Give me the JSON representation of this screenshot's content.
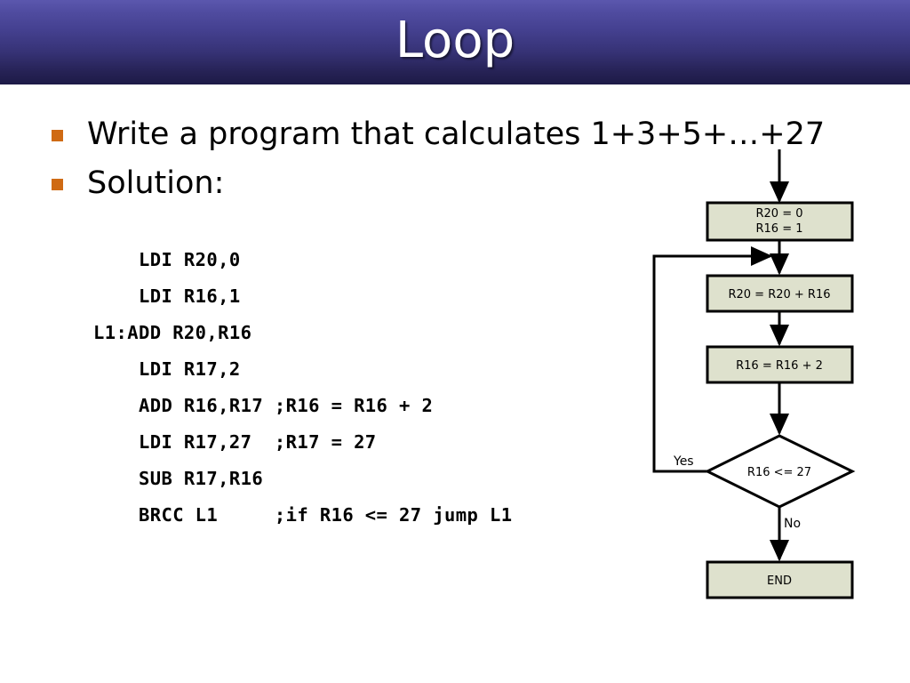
{
  "slide": {
    "title": "Loop",
    "background_color": "#ffffff",
    "title_gradient_top": "#5b57ae",
    "title_gradient_bottom": "#1d1a47",
    "title_color": "#ffffff"
  },
  "bullets": [
    {
      "marker": "square-bullet",
      "text": "Write a program that calculates 1+3+5+…+27"
    },
    {
      "marker": "square-bullet",
      "text": "Solution:"
    }
  ],
  "bullet_color": "#cf6a13",
  "code": {
    "lines": [
      "    LDI R20,0",
      "    LDI R16,1",
      "L1:ADD R20,R16",
      "    LDI R17,2",
      "    ADD R16,R17 ;R16 = R16 + 2",
      "    LDI R17,27  ;R17 = 27",
      "    SUB R17,R16",
      "    BRCC L1     ;if R16 <= 27 jump L1"
    ]
  },
  "flowchart": {
    "box_fill": "#dee1cd",
    "box_stroke": "#000000",
    "diamond_fill": "#ffffff",
    "nodes": {
      "init": {
        "line1": "R20 = 0",
        "line2": "R16 = 1"
      },
      "accumulate": {
        "line1": "R20 = R20 + R16"
      },
      "increment": {
        "line1": "R16 = R16 + 2"
      },
      "condition": {
        "line1": "R16 <= 27"
      },
      "end": {
        "line1": "END"
      }
    },
    "edge_labels": {
      "yes": "Yes",
      "no": "No"
    }
  }
}
